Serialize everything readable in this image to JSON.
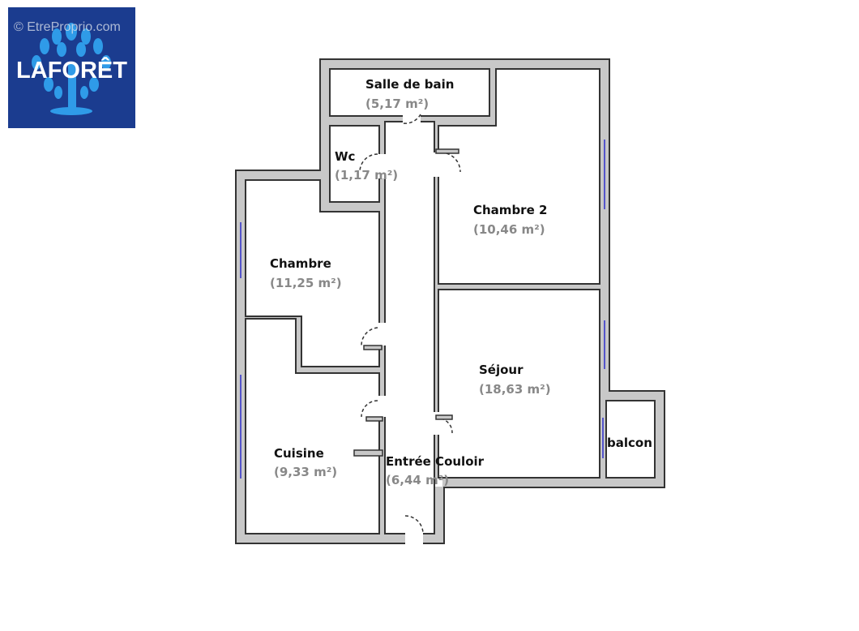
{
  "brand": {
    "logo_text": "LAFORÊT",
    "watermark": "© EtreProprio.com",
    "logo_bg": "#1b3c8f",
    "tree_color": "#2f9be8"
  },
  "colors": {
    "wall_fill": "#c8c8c8",
    "wall_stroke": "#333333",
    "window": "#5555cc",
    "area_text": "#888888"
  },
  "rooms": [
    {
      "name": "Salle de bain",
      "area": "(5,17 m²)"
    },
    {
      "name": "Wc",
      "area": "(1,17 m²)"
    },
    {
      "name": "Chambre 2",
      "area": "(10,46 m²)"
    },
    {
      "name": "Chambre",
      "area": "(11,25 m²)"
    },
    {
      "name": "Séjour",
      "area": "(18,63 m²)"
    },
    {
      "name": "Cuisine",
      "area": "(9,33 m²)"
    },
    {
      "name": "Entrée Couloir",
      "area": "(6,44 m²)"
    },
    {
      "name": "balcon"
    }
  ]
}
